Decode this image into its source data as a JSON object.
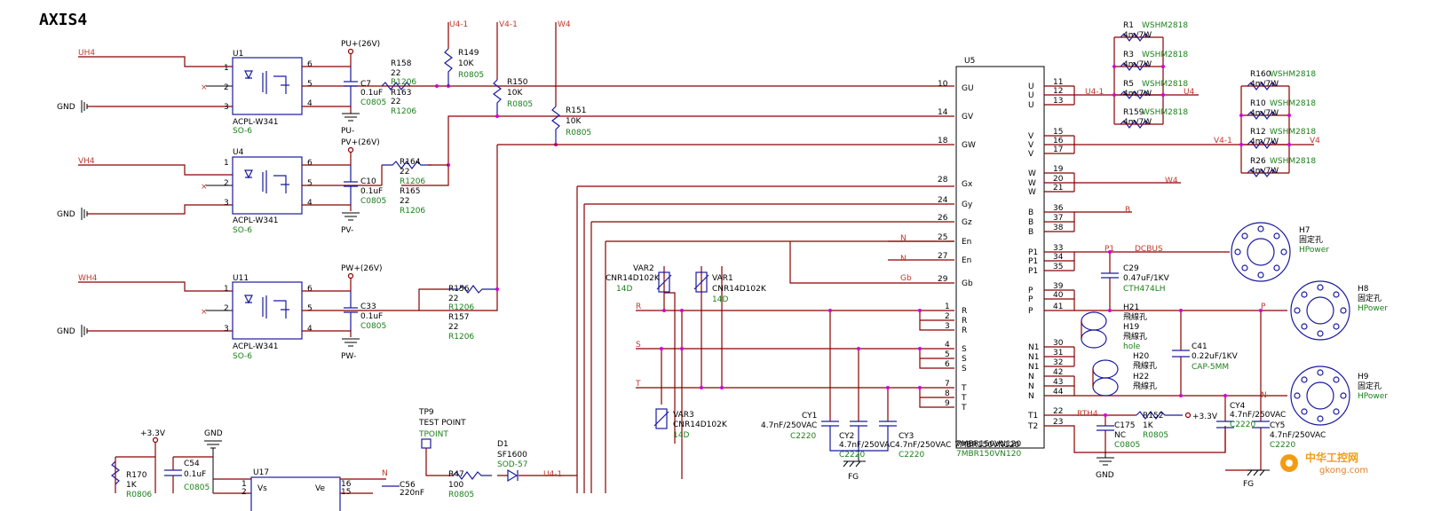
{
  "title": "AXIS4",
  "parts": {
    "U1": {
      "ref": "U1",
      "name": "ACPL-W341",
      "pkg": "SO-6"
    },
    "U4": {
      "ref": "U4",
      "name": "ACPL-W341",
      "pkg": "SO-6"
    },
    "U11": {
      "ref": "U11",
      "name": "ACPL-W341",
      "pkg": "SO-6"
    },
    "U5": {
      "ref": "U5",
      "name": "7MBR150VN120",
      "name2": "7MBR150VN120"
    },
    "U17": {
      "ref": "U17",
      "vs": "Vs",
      "ve": "Ve"
    },
    "C7": {
      "ref": "C7",
      "val": "0.1uF",
      "pkg": "C0805"
    },
    "C10": {
      "ref": "C10",
      "val": "0.1uF",
      "pkg": "C0805"
    },
    "C33": {
      "ref": "C33",
      "val": "0.1uF",
      "pkg": "C0805"
    },
    "R158": {
      "ref": "R158",
      "val": "22",
      "pkg": "R1206"
    },
    "R163": {
      "ref": "R163",
      "val": "22",
      "pkg": "R1206"
    },
    "R164": {
      "ref": "R164",
      "val": "22",
      "pkg": "R1206"
    },
    "R165": {
      "ref": "R165",
      "val": "22",
      "pkg": "R1206"
    },
    "R156": {
      "ref": "R156",
      "val": "22",
      "pkg": "R1206"
    },
    "R157": {
      "ref": "R157",
      "val": "22",
      "pkg": "R1206"
    },
    "R149": {
      "ref": "R149",
      "val": "10K",
      "pkg": "R0805"
    },
    "R150": {
      "ref": "R150",
      "val": "10K",
      "pkg": "R0805"
    },
    "R151": {
      "ref": "R151",
      "val": "10K",
      "pkg": "R0805"
    },
    "VAR1": {
      "ref": "VAR1",
      "val": "CNR14D102K",
      "pkg": "14D"
    },
    "VAR2": {
      "ref": "VAR2",
      "val": "CNR14D102K",
      "pkg": "14D"
    },
    "VAR3": {
      "ref": "VAR3",
      "val": "CNR14D102K",
      "pkg": "14D"
    },
    "CY1": {
      "ref": "CY1",
      "val": "4.7nF/250VAC",
      "pkg": "C2220"
    },
    "CY2": {
      "ref": "CY2",
      "val": "4.7nF/250VAC",
      "pkg": "C2220"
    },
    "CY3": {
      "ref": "CY3",
      "val": "4.7nF/250VAC",
      "pkg": "C2220"
    },
    "CY4": {
      "ref": "CY4",
      "val": "4.7nF/250VAC",
      "pkg": "C2220"
    },
    "CY5": {
      "ref": "CY5",
      "val": "4.7nF/250VAC",
      "pkg": "C2220"
    },
    "C29": {
      "ref": "C29",
      "val": "0.47uF/1KV",
      "pkg": "CTH474LH"
    },
    "C41": {
      "ref": "C41",
      "val": "0.22uF/1KV",
      "pkg": "CAP-5MM"
    },
    "C175": {
      "ref": "C175",
      "val": "NC",
      "pkg": "C0805"
    },
    "R152": {
      "ref": "R152",
      "val": "1K",
      "pkg": "R0805"
    },
    "R170": {
      "ref": "R170",
      "val": "1K",
      "pkg": "R0806"
    },
    "C54": {
      "ref": "C54",
      "val": "0.1uF",
      "pkg": "C0805"
    },
    "C56": {
      "ref": "C56",
      "val": "220nF"
    },
    "R47": {
      "ref": "R47",
      "val": "100",
      "pkg": "R0805"
    },
    "D1": {
      "ref": "D1",
      "val": "SF1600",
      "pkg": "SOD-57"
    },
    "TP9": {
      "ref": "TP9",
      "val": "TEST POINT",
      "pkg": "TPOINT"
    },
    "R1": {
      "ref": "R1",
      "val": "4m/7W",
      "pkg": "WSHM2818"
    },
    "R3": {
      "ref": "R3",
      "val": "4m/7W",
      "pkg": "WSHM2818"
    },
    "R5": {
      "ref": "R5",
      "val": "4m/7W",
      "pkg": "WSHM2818"
    },
    "R159": {
      "ref": "R159",
      "val": "4m/7W",
      "pkg": "WSHM2818"
    },
    "R160": {
      "ref": "R160",
      "val": "4m/7W",
      "pkg": "WSHM2818"
    },
    "R10": {
      "ref": "R10",
      "val": "4m/7W",
      "pkg": "WSHM2818"
    },
    "R12": {
      "ref": "R12",
      "val": "4m/7W",
      "pkg": "WSHM2818"
    },
    "R26": {
      "ref": "R26",
      "val": "4m/7W",
      "pkg": "WSHM2818"
    },
    "H7": {
      "ref": "H7",
      "val": "固定孔",
      "pkg": "HPower"
    },
    "H8": {
      "ref": "H8",
      "val": "固定孔",
      "pkg": "HPower"
    },
    "H9": {
      "ref": "H9",
      "val": "固定孔",
      "pkg": "HPower"
    },
    "H21": {
      "ref": "H21",
      "val": "飛線孔",
      "pkg": "hole"
    },
    "H19": {
      "ref": "H19",
      "val": "飛線孔",
      "pkg": "hole"
    },
    "H20": {
      "ref": "H20",
      "val": "飛線孔",
      "pkg": "hole"
    },
    "H22": {
      "ref": "H22",
      "val": "飛線孔"
    }
  },
  "nets": {
    "uh4": "UH4",
    "vh4": "VH4",
    "wh4": "WH4",
    "gnd": "GND",
    "u41": "U4-1",
    "v41": "V4-1",
    "w4": "W4",
    "u4": "U4",
    "v4": "V4",
    "pu": "PU+(26V)",
    "pv": "PV+(26V)",
    "pw": "PW+(26V)",
    "pum": "PU-",
    "pvm": "PV-",
    "pwm": "PW-",
    "n": "N",
    "gb": "Gb",
    "r": "R",
    "s": "S",
    "t": "T",
    "b": "B",
    "p1": "P1",
    "dcbus": "DCBUS",
    "p": "P",
    "rth4": "RTH4",
    "v33": "+3.3V",
    "fg": "FG"
  },
  "u5pins": {
    "left": [
      [
        "10",
        "GU"
      ],
      [
        "14",
        "GV"
      ],
      [
        "18",
        "GW"
      ],
      [
        "28",
        "Gx"
      ],
      [
        "24",
        "Gy"
      ],
      [
        "26",
        "Gz"
      ],
      [
        "25",
        "En"
      ],
      [
        "27",
        "En"
      ],
      [
        "29",
        "Gb"
      ]
    ],
    "rights": [
      [
        "1",
        "R"
      ],
      [
        "2",
        "R"
      ],
      [
        "3",
        "R"
      ],
      [
        "4",
        "S"
      ],
      [
        "5",
        "S"
      ],
      [
        "6",
        "S"
      ],
      [
        "7",
        "T"
      ],
      [
        "8",
        "T"
      ],
      [
        "9",
        "T"
      ]
    ],
    "right": [
      [
        "11",
        "U"
      ],
      [
        "12",
        "U"
      ],
      [
        "13",
        "U"
      ],
      [
        "15",
        "V"
      ],
      [
        "16",
        "V"
      ],
      [
        "17",
        "V"
      ],
      [
        "19",
        "W"
      ],
      [
        "20",
        "W"
      ],
      [
        "21",
        "W"
      ],
      [
        "36",
        "B"
      ],
      [
        "37",
        "B"
      ],
      [
        "38",
        "B"
      ],
      [
        "33",
        "P1"
      ],
      [
        "34",
        "P1"
      ],
      [
        "35",
        "P1"
      ],
      [
        "39",
        "P"
      ],
      [
        "40",
        "P"
      ],
      [
        "41",
        "P"
      ],
      [
        "30",
        "N1"
      ],
      [
        "31",
        "N1"
      ],
      [
        "32",
        "N1"
      ],
      [
        "42",
        "N"
      ],
      [
        "43",
        "N"
      ],
      [
        "44",
        "N"
      ],
      [
        "22",
        "T1"
      ],
      [
        "23",
        "T2"
      ]
    ]
  },
  "watermark": {
    "text": "中华工控网",
    "url": "gkong.com"
  }
}
